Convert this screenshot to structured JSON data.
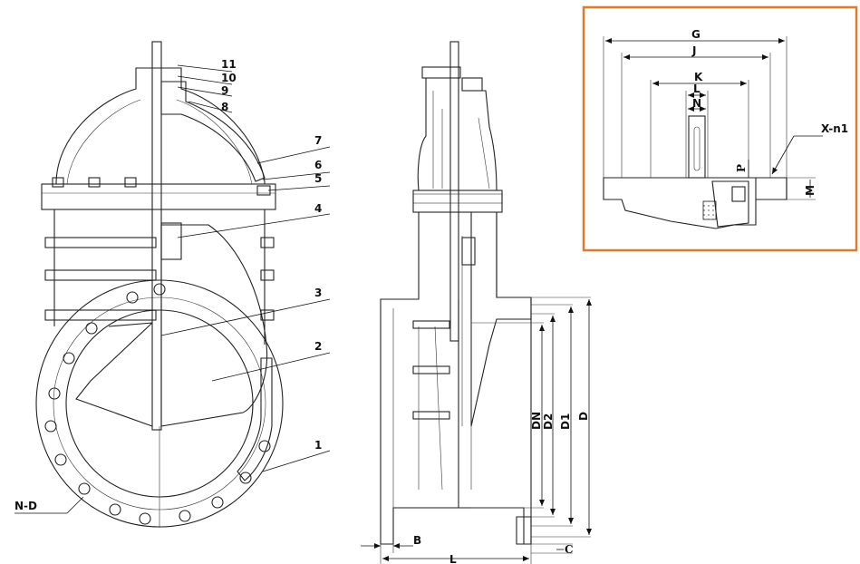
{
  "front_view": {
    "callouts": [
      "11",
      "10",
      "9",
      "8",
      "7",
      "6",
      "5",
      "4",
      "3",
      "2",
      "1"
    ],
    "bolt_label": "N-D"
  },
  "side_view": {
    "dims_vertical": [
      "DN",
      "D2",
      "D1",
      "D"
    ],
    "dims_bottom": {
      "b": "B",
      "l": "L",
      "c": "C"
    }
  },
  "detail_view": {
    "border_color": "#e07a2e",
    "dims_horizontal": [
      "G",
      "J",
      "K",
      "L",
      "N"
    ],
    "p_label": "P",
    "m_label": "M",
    "xn_label": "X-n1"
  }
}
